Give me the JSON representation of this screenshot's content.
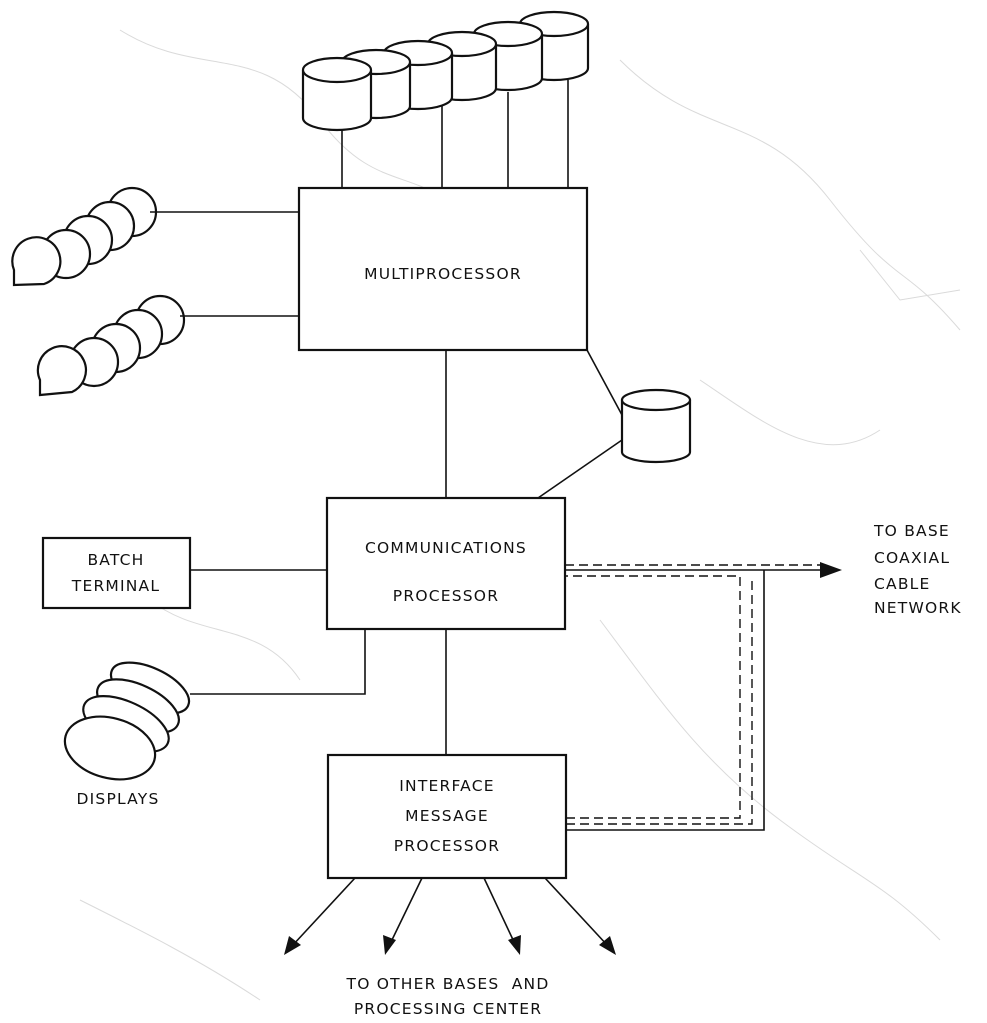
{
  "nodes": {
    "multiprocessor": "MULTIPROCESSOR",
    "communications_processor": [
      "COMMUNICATIONS",
      "PROCESSOR"
    ],
    "interface_message_processor": [
      "INTERFACE",
      "MESSAGE",
      "PROCESSOR"
    ],
    "batch_terminal": [
      "BATCH",
      "TERMINAL"
    ],
    "displays": "DISPLAYS"
  },
  "external": {
    "base_network": [
      "TO BASE",
      "COAXIAL",
      "CABLE",
      "NETWORK"
    ],
    "other_bases": [
      "TO OTHER BASES  AND",
      "PROCESSING CENTER"
    ]
  },
  "icons": [
    "disk-stack-icon",
    "tape-drive-icon",
    "disk-icon",
    "display-terminal-icon",
    "arrow-icon"
  ]
}
